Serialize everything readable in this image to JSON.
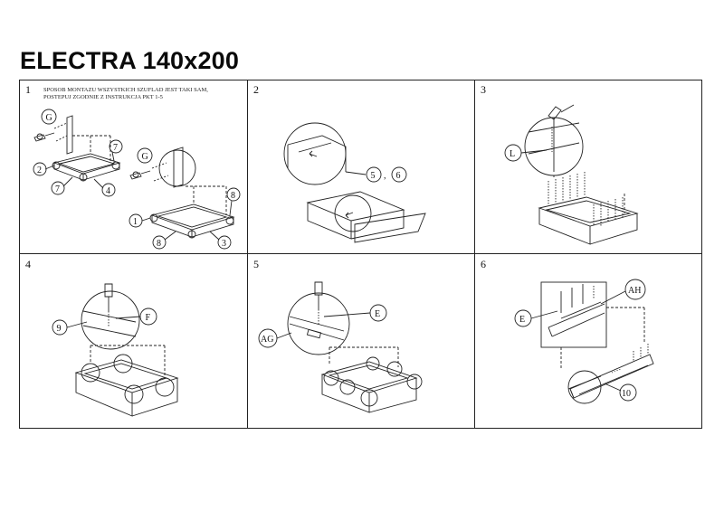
{
  "title": "ELECTRA 140x200",
  "note": [
    "SPOSOB MONTAZU WSZYSTKICH SZUFLAD JEST TAKI SAM,",
    "POSTEPUJ ZGODNIE Z INSTRUKCJA PKT 1-5"
  ],
  "steps": [
    "1",
    "2",
    "3",
    "4",
    "5",
    "6"
  ],
  "labels": {
    "p1": [
      "G",
      "7",
      "2",
      "7",
      "4",
      "G",
      "8",
      "1",
      "8",
      "3"
    ],
    "p2": [
      "5",
      ",",
      "6"
    ],
    "p3": [
      "L"
    ],
    "p4": [
      "9",
      "F"
    ],
    "p5": [
      "E",
      "AG"
    ],
    "p6": [
      "AH",
      "E",
      "10"
    ]
  }
}
